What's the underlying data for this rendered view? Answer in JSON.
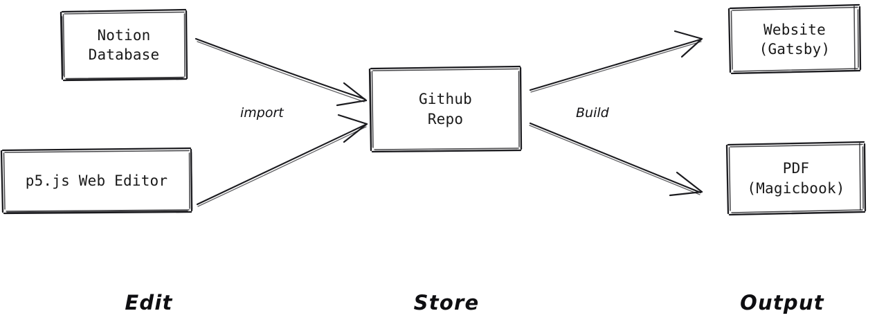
{
  "diagram": {
    "title": "Content pipeline flowchart",
    "style": "hand-drawn sketch",
    "background_color": "#ffffff",
    "stroke_color": "#1b1b1f",
    "text_color": "#191919"
  },
  "nodes": [
    {
      "id": "notion-database",
      "label_line1": "Notion",
      "label_line2": "Database",
      "stage": "Edit",
      "shape": "rectangle"
    },
    {
      "id": "p5js-web-editor",
      "label_line1": "p5.js Web Editor",
      "label_line2": "",
      "stage": "Edit",
      "shape": "rectangle"
    },
    {
      "id": "github-repo",
      "label_line1": "Github",
      "label_line2": "Repo",
      "stage": "Store",
      "shape": "rectangle"
    },
    {
      "id": "website-gatsby",
      "label_line1": "Website",
      "label_line2": "(Gatsby)",
      "stage": "Output",
      "shape": "rectangle"
    },
    {
      "id": "pdf-magicbook",
      "label_line1": "PDF",
      "label_line2": "(Magicbook)",
      "stage": "Output",
      "shape": "rectangle"
    }
  ],
  "edges": [
    {
      "id": "notion-to-repo",
      "from": "notion-database",
      "to": "github-repo",
      "label": "import"
    },
    {
      "id": "p5js-to-repo",
      "from": "p5js-web-editor",
      "to": "github-repo",
      "label": ""
    },
    {
      "id": "repo-to-website",
      "from": "github-repo",
      "to": "website-gatsby",
      "label": "Build"
    },
    {
      "id": "repo-to-pdf",
      "from": "github-repo",
      "to": "pdf-magicbook",
      "label": ""
    }
  ],
  "edge_labels": {
    "import": "import",
    "build": "Build"
  },
  "stages": [
    {
      "id": "stage-edit",
      "label": "Edit"
    },
    {
      "id": "stage-store",
      "label": "Store"
    },
    {
      "id": "stage-output",
      "label": "Output"
    }
  ]
}
